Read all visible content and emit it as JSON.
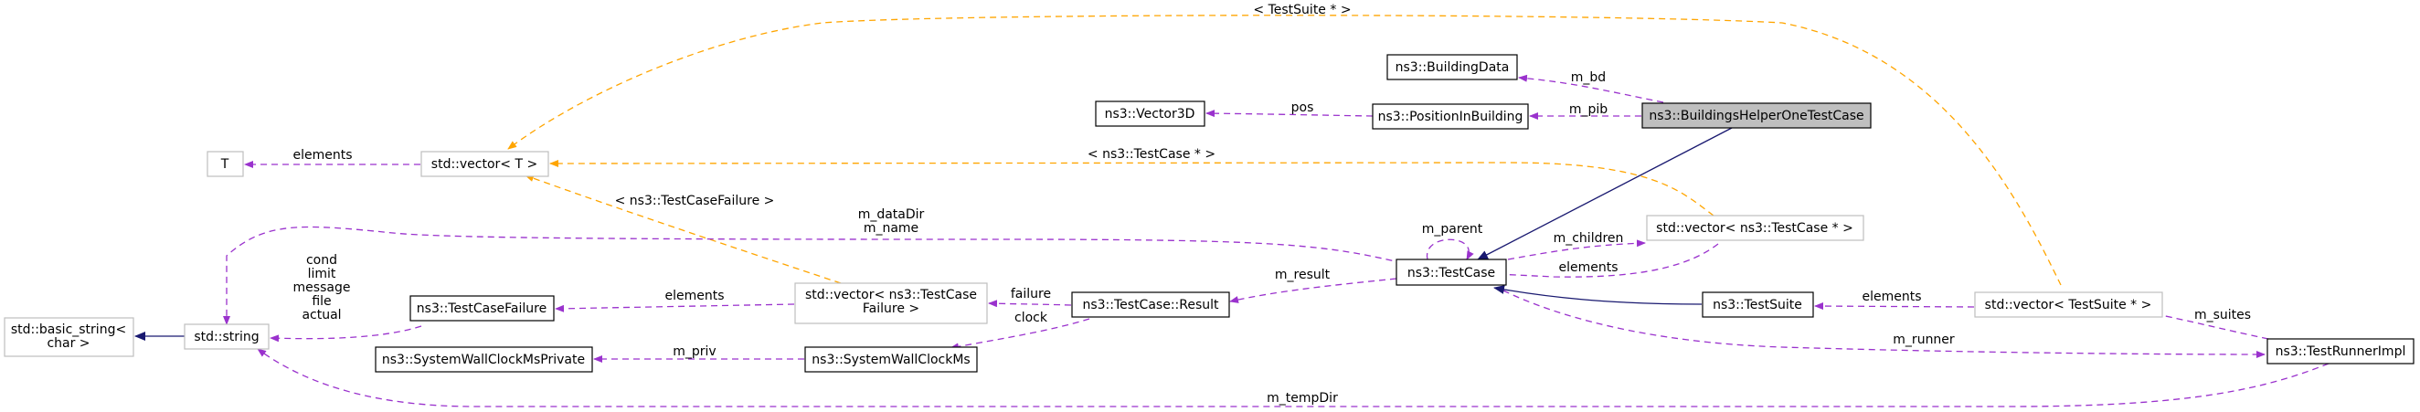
{
  "colors": {
    "usage": "#9a32cd",
    "template": "#ffa500",
    "inherit": "#191970",
    "focus_fill": "#bfbfbf",
    "ghost_border": "#bfbfbf"
  },
  "nodes": {
    "building_data": {
      "label": "ns3::BuildingData"
    },
    "vector3d": {
      "label": "ns3::Vector3D"
    },
    "position_in_building": {
      "label": "ns3::PositionInBuilding"
    },
    "buildings_helper": {
      "label": "ns3::BuildingsHelperOneTestCase"
    },
    "t": {
      "label": "T"
    },
    "std_vector_t": {
      "label": "std::vector< T >"
    },
    "std_vector_testcase": {
      "label": "std::vector< ns3::TestCase * >"
    },
    "basic_string": {
      "label": "std::basic_string<\nchar >"
    },
    "std_string": {
      "label": "std::string"
    },
    "test_case_failure": {
      "label": "ns3::TestCaseFailure"
    },
    "std_vector_failure": {
      "label": "std::vector< ns3::TestCase\nFailure >"
    },
    "test_case_result": {
      "label": "ns3::TestCase::Result"
    },
    "test_case": {
      "label": "ns3::TestCase"
    },
    "test_suite": {
      "label": "ns3::TestSuite"
    },
    "std_vector_suite": {
      "label": "std::vector< TestSuite * >"
    },
    "wall_clock_private": {
      "label": "ns3::SystemWallClockMsPrivate"
    },
    "wall_clock": {
      "label": "ns3::SystemWallClockMs"
    },
    "test_runner_impl": {
      "label": "ns3::TestRunnerImpl"
    }
  },
  "edges": {
    "testsuite_ptr": {
      "label": "< TestSuite * >"
    },
    "m_bd": {
      "label": "m_bd"
    },
    "pos": {
      "label": "pos"
    },
    "m_pib": {
      "label": "m_pib"
    },
    "elements_t": {
      "label": "elements"
    },
    "testcase_ptr": {
      "label": "< ns3::TestCase * >"
    },
    "testcasefailure_tpl": {
      "label": "< ns3::TestCaseFailure >"
    },
    "m_datadir_name": {
      "label": "m_dataDir\nm_name"
    },
    "m_parent": {
      "label": "m_parent"
    },
    "m_children": {
      "label": "m_children"
    },
    "m_result": {
      "label": "m_result"
    },
    "elements_tc": {
      "label": "elements"
    },
    "string_members": {
      "label": "cond\nlimit\nmessage\nfile\nactual"
    },
    "elements_failure": {
      "label": "elements"
    },
    "failure": {
      "label": "failure"
    },
    "clock": {
      "label": "clock"
    },
    "elements_suite": {
      "label": "elements"
    },
    "m_suites": {
      "label": "m_suites"
    },
    "m_runner": {
      "label": "m_runner"
    },
    "m_priv": {
      "label": "m_priv"
    },
    "m_tempdir": {
      "label": "m_tempDir"
    }
  }
}
